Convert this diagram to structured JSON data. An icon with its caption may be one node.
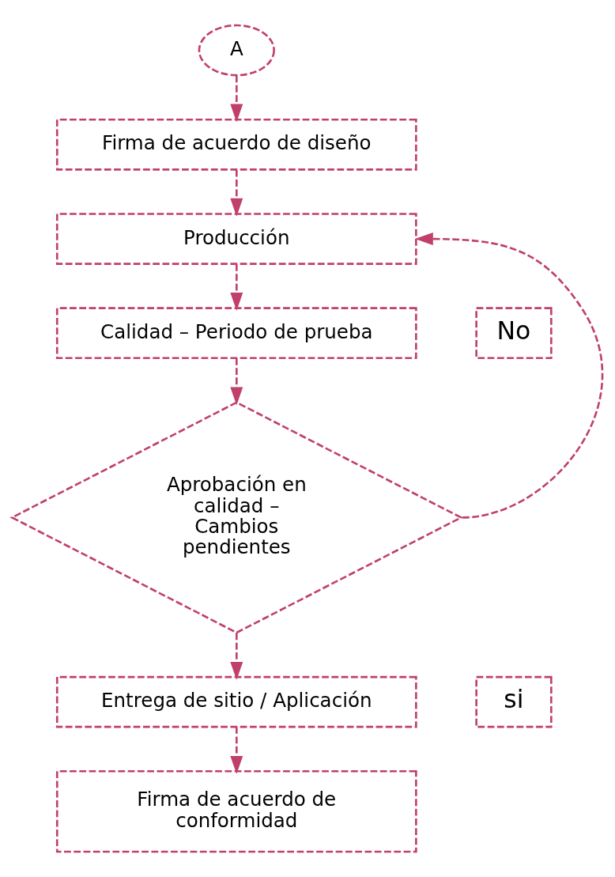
{
  "diagram": {
    "nodes": [
      {
        "text": [
          "A"
        ]
      },
      {
        "text": [
          "Firma de acuerdo de diseño"
        ]
      },
      {
        "text": [
          "Producción"
        ]
      },
      {
        "text": [
          "Calidad – Periodo de prueba"
        ]
      },
      {
        "text": [
          "Aprobación en calidad – Cambios pendientes"
        ]
      },
      {
        "text": [
          "Entrega de sitio / Aplicación"
        ]
      },
      {
        "text": [
          "Firma de acuerdo de conformidad"
        ]
      },
      {
        "text": [
          "No"
        ]
      },
      {
        "text": [
          "si"
        ]
      }
    ],
    "edges": [
      {
        "from": 0,
        "to": 1,
        "arrow": "to",
        "style": "dashed"
      },
      {
        "from": 1,
        "to": 2,
        "arrow": "to",
        "style": "dashed"
      },
      {
        "from": 2,
        "to": 3,
        "arrow": "to",
        "style": "dashed"
      },
      {
        "from": 3,
        "to": 4,
        "arrow": "to",
        "style": "dashed"
      },
      {
        "from": 4,
        "to": 2,
        "arrow": "to",
        "style": "dashed"
      },
      {
        "from": 4,
        "to": 5,
        "arrow": "to",
        "style": "dashed"
      },
      {
        "from": 5,
        "to": 6,
        "arrow": "to",
        "style": "dashed"
      }
    ]
  }
}
